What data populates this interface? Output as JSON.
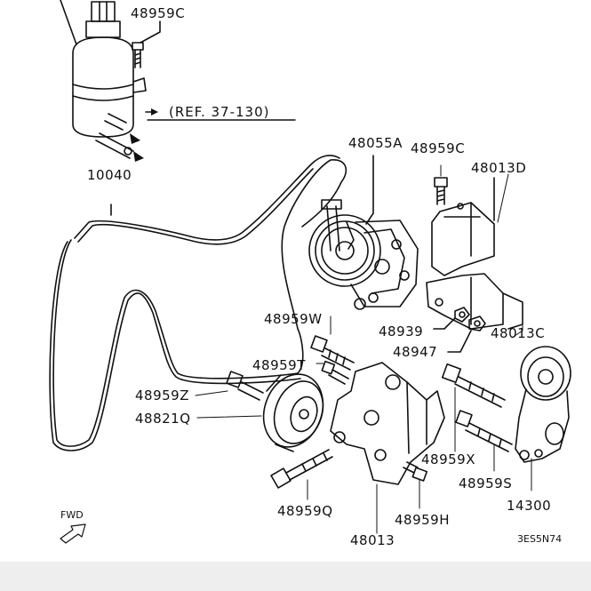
{
  "diagram": {
    "part_labels": {
      "p48959C_top": "48959C",
      "p10040": "10040",
      "p48055A": "48055A",
      "p48959C_pump": "48959C",
      "p48013D": "48013D",
      "p48959W": "48959W",
      "p48939": "48939",
      "p48013C": "48013C",
      "p48947": "48947",
      "p48959T": "48959T",
      "p48959Z": "48959Z",
      "p48821Q": "48821Q",
      "p48959X": "48959X",
      "p48959S": "48959S",
      "p14300": "14300",
      "p48959Q": "48959Q",
      "p48959H": "48959H",
      "p48013": "48013"
    },
    "reference_note": "(REF. 37-130)",
    "direction_label": "FWD",
    "drawing_code": "3ES5N74"
  },
  "colors": {
    "line": "#111111",
    "background": "#ffffff",
    "footer": "#eeeeee"
  }
}
